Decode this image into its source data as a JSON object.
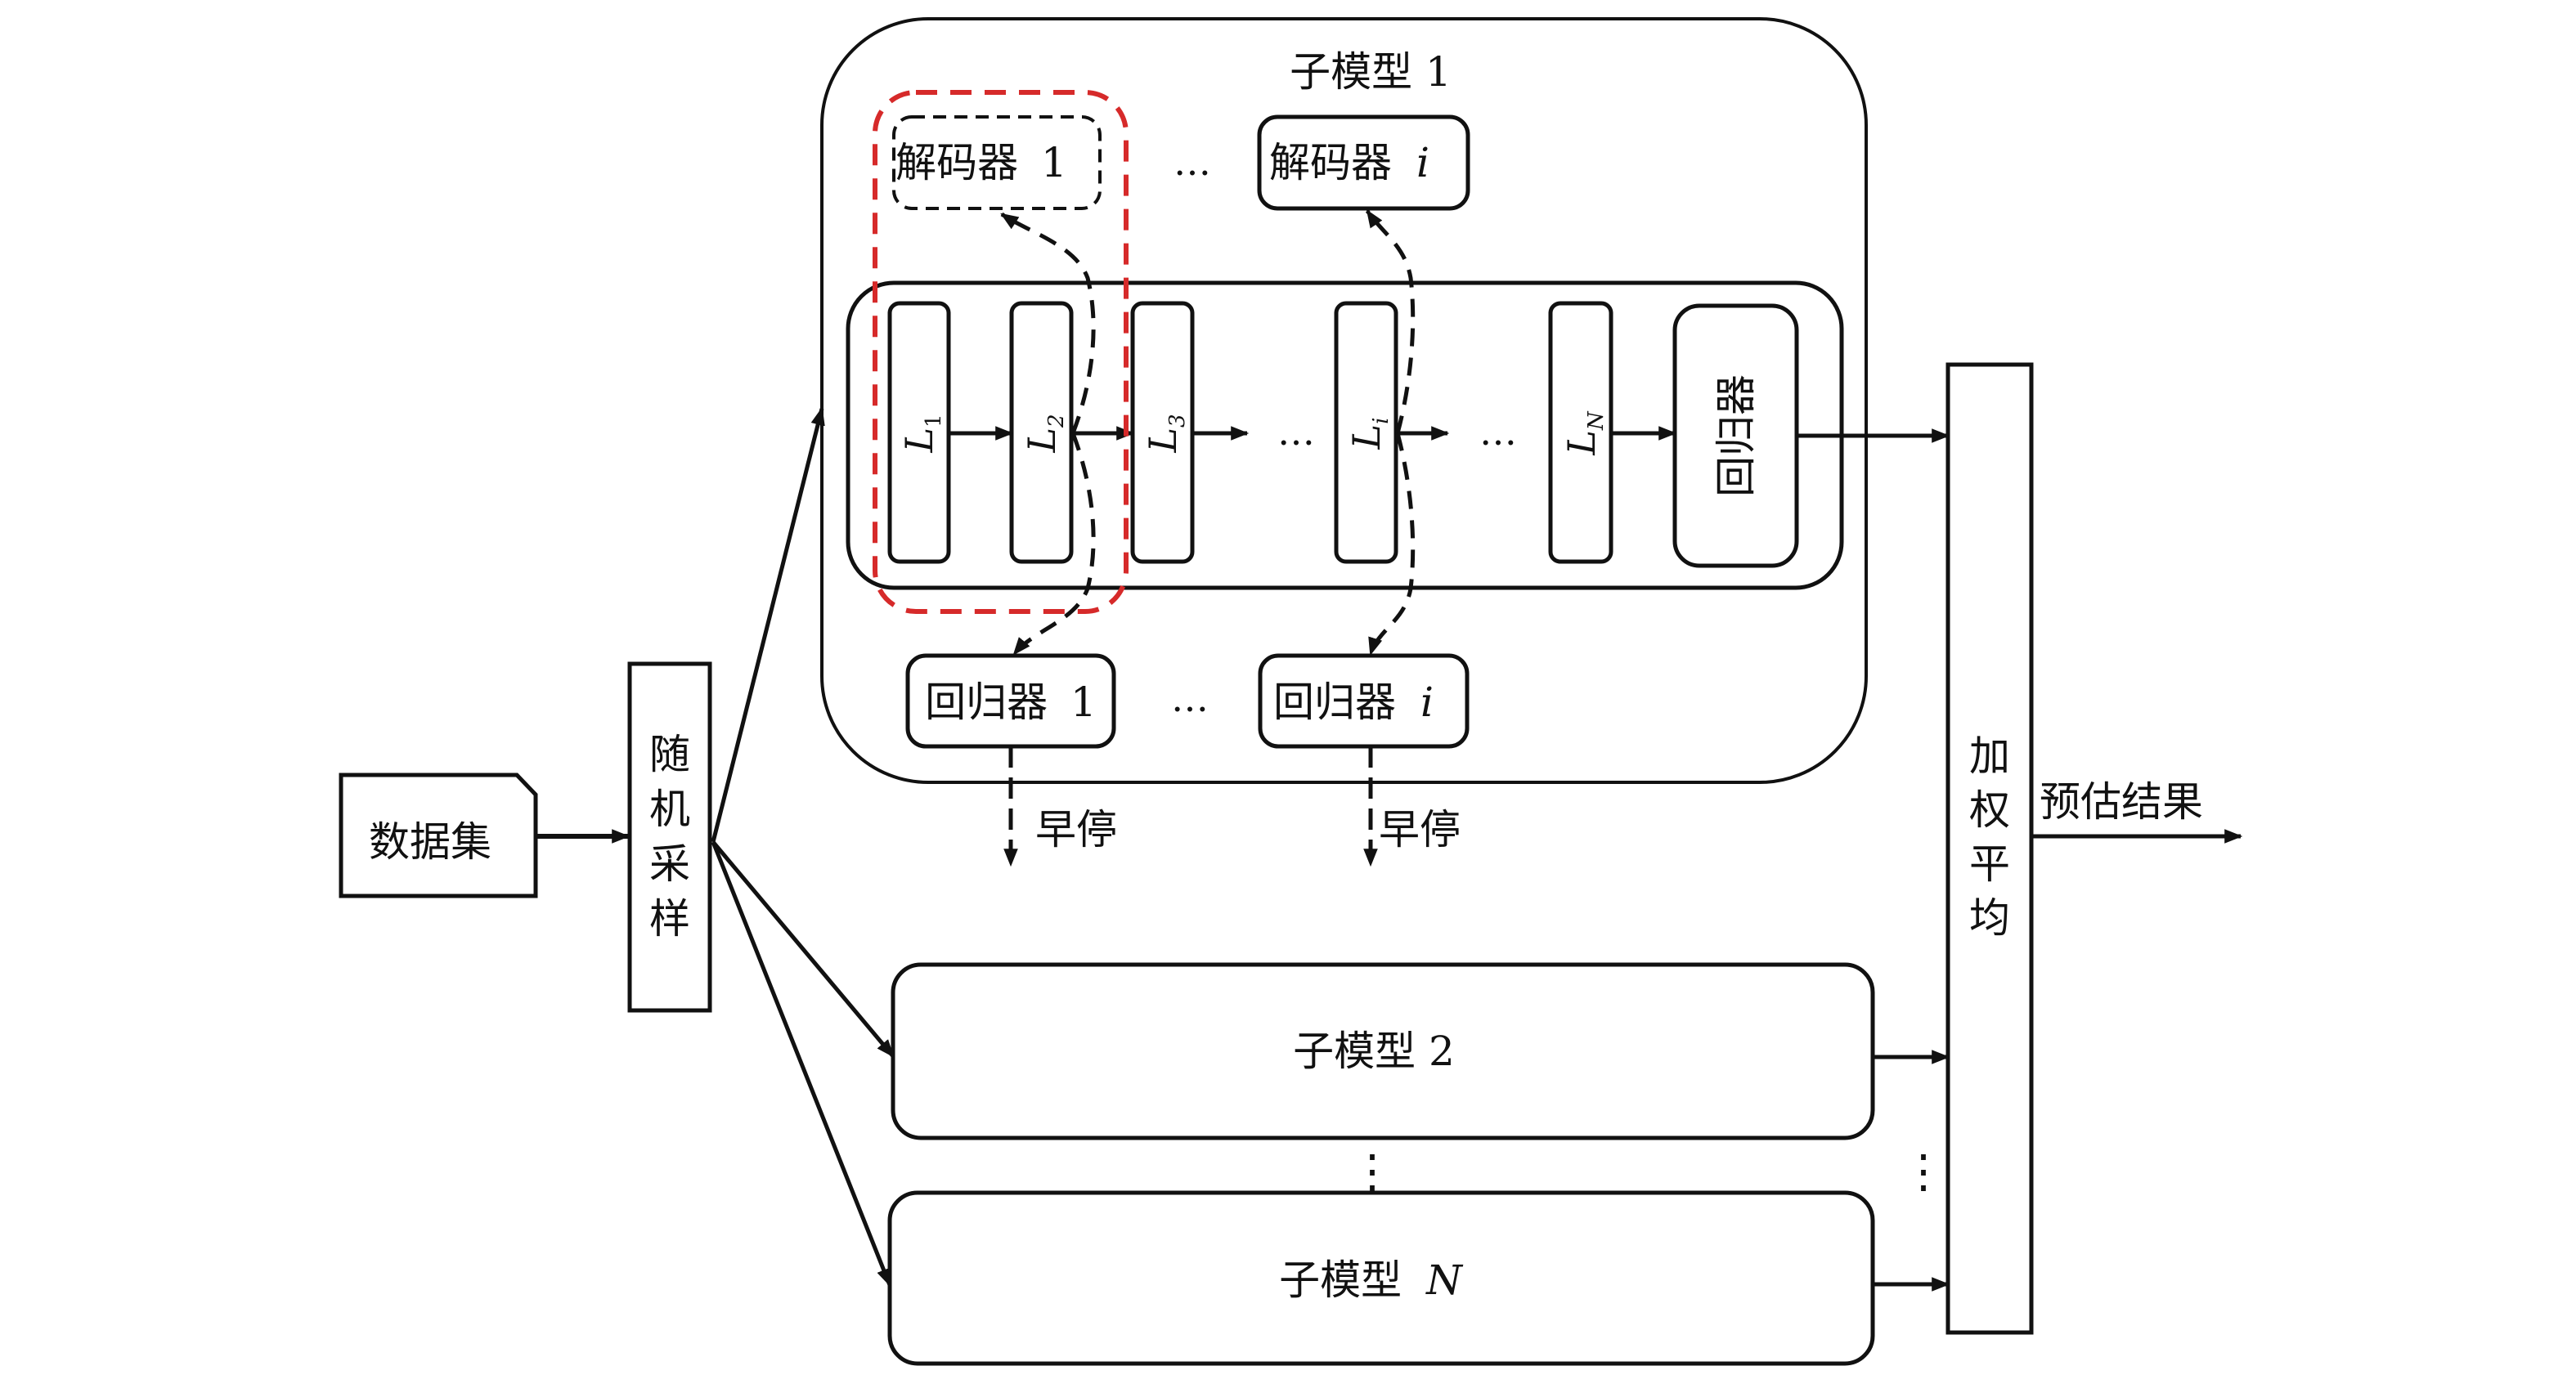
{
  "diagram": {
    "title": "Ensemble model architecture: random sampling of the dataset into N sub-models, weighted averaging of their outputs",
    "colors": {
      "stroke": "#111111",
      "highlight": "#d62a2a",
      "background": "#ffffff"
    },
    "dataset": {
      "label": "数据集"
    },
    "random_sampling": {
      "label": "随机采样",
      "chars": [
        "随",
        "机",
        "采",
        "样"
      ]
    },
    "submodel_1": {
      "label": "子模型 1",
      "decoders": [
        {
          "text": "解码器",
          "index": "1",
          "style": "dashed"
        },
        {
          "text": "解码器",
          "index": "i",
          "style": "solid"
        }
      ],
      "decoder_ellipsis": "…",
      "layers": [
        {
          "base": "L",
          "sub": "1"
        },
        {
          "base": "L",
          "sub": "2"
        },
        {
          "base": "L",
          "sub": "3"
        },
        {
          "base": "L",
          "sub": "i"
        },
        {
          "base": "L",
          "sub": "N"
        }
      ],
      "layer_ellipsis": "…",
      "main_regressor": {
        "label": "回归器"
      },
      "regressors": [
        {
          "text": "回归器",
          "index": "1"
        },
        {
          "text": "回归器",
          "index": "i"
        }
      ],
      "regressor_ellipsis": "…",
      "early_stop_label": "早停"
    },
    "submodel_2": {
      "label": "子模型 2"
    },
    "submodel_n": {
      "label_text": "子模型",
      "label_index": "N"
    },
    "vertical_ellipsis": "⋮",
    "weighted_average": {
      "label": "加权平均",
      "chars": [
        "加",
        "权",
        "平",
        "均"
      ]
    },
    "output": {
      "label": "预估结果"
    }
  }
}
